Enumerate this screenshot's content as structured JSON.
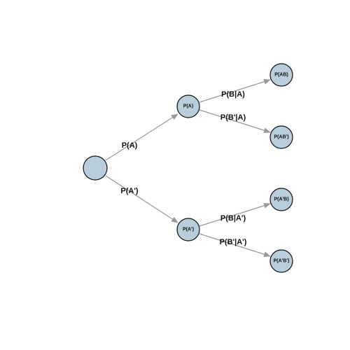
{
  "diagram": {
    "nodes": [
      {
        "id": "root",
        "label": ""
      },
      {
        "id": "a",
        "label": "P(A)"
      },
      {
        "id": "not-a",
        "label": "P(A')"
      },
      {
        "id": "ab",
        "label": "P(AB)"
      },
      {
        "id": "ab-not",
        "label": "P(AB')"
      },
      {
        "id": "not-a-b",
        "label": "P(A'B)"
      },
      {
        "id": "not-a-not-b",
        "label": "P(A'B')"
      }
    ],
    "edges": [
      {
        "from": "root",
        "to": "a",
        "label": "P(A)"
      },
      {
        "from": "root",
        "to": "not-a",
        "label": "P(A')"
      },
      {
        "from": "a",
        "to": "ab",
        "label": "P(B|A)"
      },
      {
        "from": "a",
        "to": "ab-not",
        "label": "P(B'|A)"
      },
      {
        "from": "not-a",
        "to": "not-a-b",
        "label": "P(B|A')"
      },
      {
        "from": "not-a",
        "to": "not-a-not-b",
        "label": "P(B'|A')"
      }
    ],
    "colors": {
      "node_fill": "#b8cedb",
      "edge": "#9a9a9a"
    }
  }
}
